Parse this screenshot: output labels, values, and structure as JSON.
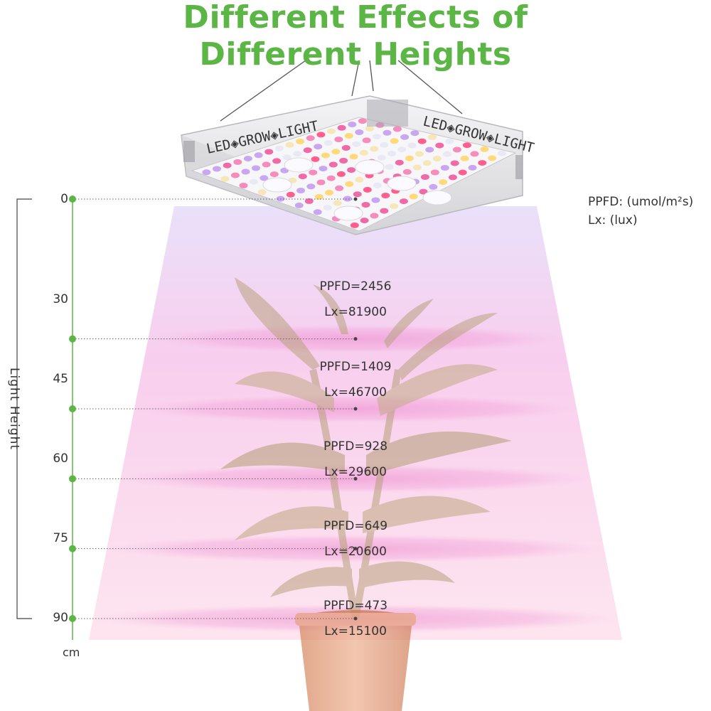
{
  "title": {
    "line1": "Different Effects of",
    "line2": "Different Heights"
  },
  "legend": {
    "ppfd": "PPFD: (umol/m²s)",
    "lx": "Lx: (lux)"
  },
  "axis": {
    "label": "Light Height",
    "unit": "cm",
    "ticks": [
      "0",
      "30",
      "45",
      "60",
      "75",
      "90"
    ]
  },
  "lamp": {
    "label_left": "LED◈GROW◈LIGHT",
    "label_right": "LED◈GROW◈LIGHT"
  },
  "measurements": [
    {
      "height": 30,
      "ppfd_label": "PPFD=2456",
      "lx_label": "Lx=81900"
    },
    {
      "height": 45,
      "ppfd_label": "PPFD=1409",
      "lx_label": "Lx=46700"
    },
    {
      "height": 60,
      "ppfd_label": "PPFD=928",
      "lx_label": "Lx=29600"
    },
    {
      "height": 75,
      "ppfd_label": "PPFD=649",
      "lx_label": "Lx=20600"
    },
    {
      "height": 90,
      "ppfd_label": "PPFD=473",
      "lx_label": "Lx=15100"
    }
  ],
  "colors": {
    "title": "#5cb646",
    "marker": "#5cb646",
    "light_band": "#f08fd0",
    "plant": "#c8b89a",
    "pot": "#e3a07c",
    "lamp_body": "#e8e8ea"
  }
}
